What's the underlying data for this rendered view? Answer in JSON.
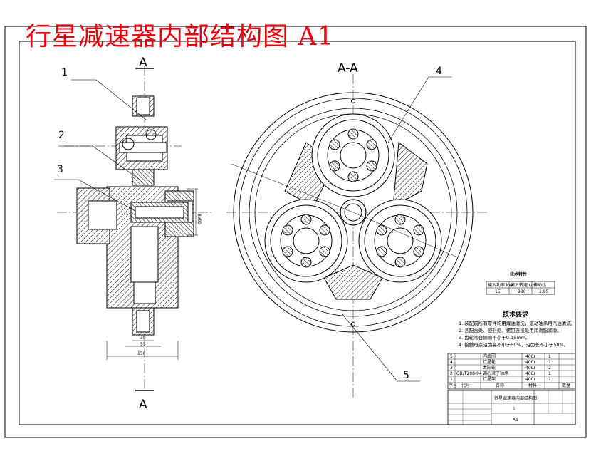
{
  "title": "行星减速器内部结构图  A1",
  "section_labels": {
    "a_top": "A",
    "a_bottom": "A",
    "aa": "A-A"
  },
  "part_callouts": {
    "c1": "1",
    "c2": "2",
    "c3": "3",
    "c4": "4",
    "c5": "5"
  },
  "dims": {
    "d1": "30",
    "d2": "55",
    "d3": "150",
    "d4": "8x90"
  },
  "spec_table": {
    "title": "技术特性",
    "headers": [
      "输入功率 kW",
      "输入转速 r/min",
      "传动比"
    ],
    "values": [
      "15",
      "980",
      "1:85"
    ]
  },
  "tech_req": {
    "title": "技术要求",
    "items": [
      "1. 装配前所有零件均用煤油清洗，滚动轴承用汽油清洗。",
      "2. 各配合处、密封处、螺钉连接处用润滑脂润滑。",
      "3. 齿轮啮合侧隙不小于0.15mm。",
      "4. 接触斑点沿齿高不小于50%，沿齿长不小于50%。"
    ]
  },
  "bom": [
    {
      "no": "5",
      "code": "",
      "name": "内齿圈",
      "material": "40Cr",
      "qty": "1"
    },
    {
      "no": "4",
      "code": "",
      "name": "行星轮",
      "material": "40Cr",
      "qty": "1"
    },
    {
      "no": "3",
      "code": "",
      "name": "太阳轮",
      "material": "40Cr",
      "qty": "2"
    },
    {
      "no": "2",
      "code": "GB/T288-94",
      "name": "调心滚子轴承",
      "material": "40Cr",
      "qty": "1"
    },
    {
      "no": "1",
      "code": "",
      "name": "行星架",
      "material": "40Cr",
      "qty": "1"
    }
  ],
  "bom_header": [
    "序号",
    "代号",
    "名称",
    "材料",
    "数量"
  ],
  "title_block": {
    "name": "行星减速器内部结构图",
    "scale": "1",
    "sheet": "A1"
  }
}
